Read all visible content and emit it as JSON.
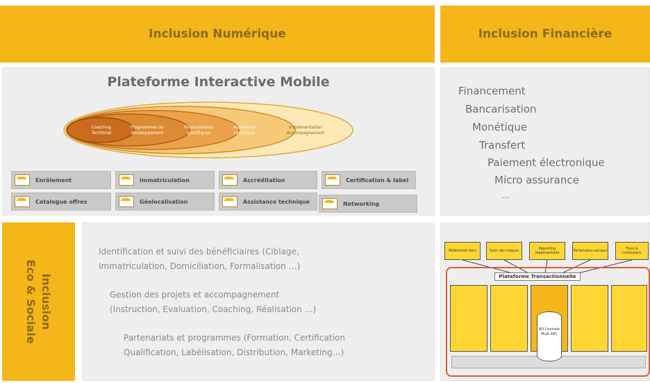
{
  "headers": {
    "numerique": "Inclusion Numérique",
    "financiere": "Inclusion Financière"
  },
  "platform": {
    "title": "Plateforme Interactive Mobile",
    "ellipses": [
      "Coaching Territorial",
      "Programmes de développement",
      "Financements spécifiques",
      "Assistance technique",
      "Implémentation Accompagnement"
    ],
    "tags": [
      "Enrôlement",
      "Immatriculation",
      "Accréditation",
      "Certification & label",
      "Catalogue offres",
      "Géolocalisation",
      "Assistance technique",
      "Networking"
    ]
  },
  "finance": {
    "items": [
      "Financement",
      "Bancarisation",
      "Monétique",
      "Transfert",
      "Paiement électronique",
      "Micro assurance",
      "…"
    ]
  },
  "social": {
    "label_line1": "Inclusion",
    "label_line2": "Eco & Sociale",
    "p1_line1": "Identification et suivi des bénéficiaires (Ciblage,",
    "p1_line2": "Immatriculation, Domiciliation, Formalisation …)",
    "p2_line1": "Gestion des projets et accompagnement",
    "p2_line2": "(Instruction, Evaluation, Coaching, Réalisation …)",
    "p3_line1": "Partenariats et programmes (Formation, Certification",
    "p3_line2": "Qualification, Labélisation, Distribution, Marketing…)"
  },
  "transaction": {
    "title": "Plateforme Transactionnelle",
    "top_boxes": [
      "Référentiel tiers",
      "Suivi des risques",
      "Reporting réglementaire",
      "Partenaires sociaux",
      "Tiers & institutions"
    ],
    "center_label": "BD Centrale Multi APC"
  },
  "colors": {
    "accent": "#f4b618",
    "header_text": "#8a6a1a",
    "panel": "#eeeeee",
    "frame": "#e05a3a"
  }
}
